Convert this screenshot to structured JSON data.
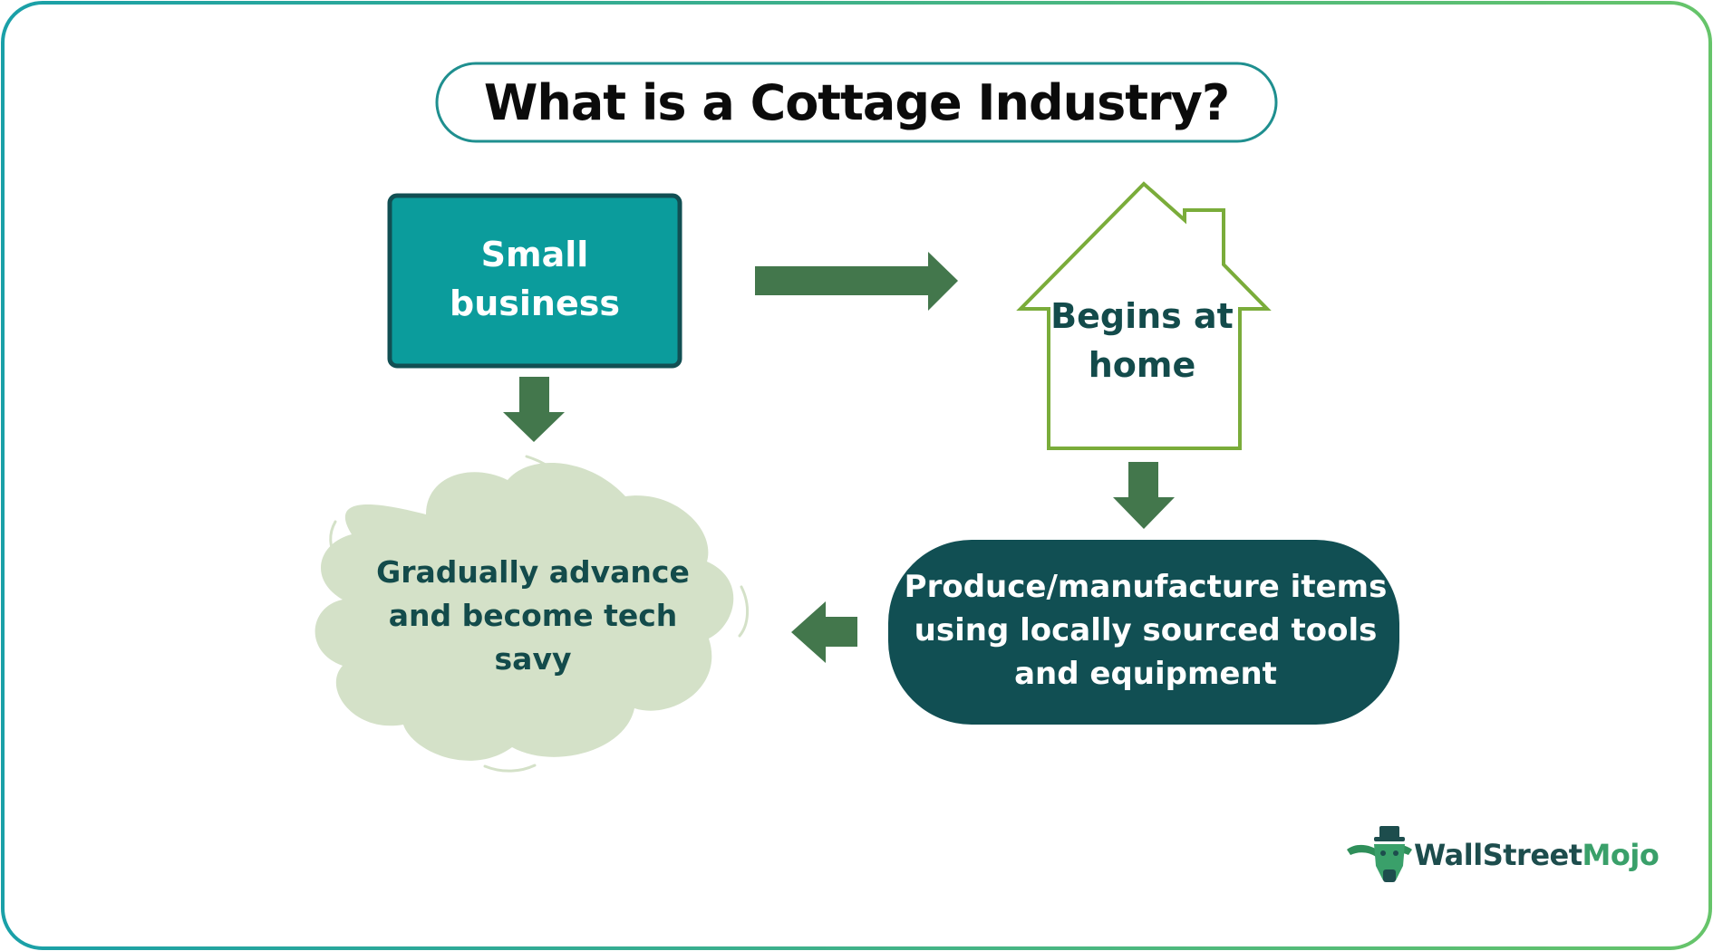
{
  "title": "What is a Cottage Industry?",
  "nodes": {
    "small_business": "Small business",
    "begins_home": "Begins at home",
    "produce": "Produce/manufacture items using locally sourced tools and equipment",
    "gradually": "Gradually advance and become tech savy"
  },
  "flow": [
    {
      "from": "Small business",
      "to": "Begins at home"
    },
    {
      "from": "Small business",
      "to": "Gradually advance and become tech savy"
    },
    {
      "from": "Begins at home",
      "to": "Produce/manufacture items using locally sourced tools and equipment"
    },
    {
      "from": "Produce/manufacture items using locally sourced tools and equipment",
      "to": "Gradually advance and become tech savy"
    }
  ],
  "logo": {
    "part1": "WallStreet",
    "part2": "Mojo",
    "icon": "bull-mascot-icon"
  },
  "colors": {
    "teal_box": "#0b9c9c",
    "dark_teal": "#114f53",
    "arrow_green": "#43774c",
    "house_outline": "#7aac3a",
    "cloud_fill": "#d4e1c8",
    "frame_start": "#1ca3a3",
    "frame_end": "#63c16a"
  }
}
